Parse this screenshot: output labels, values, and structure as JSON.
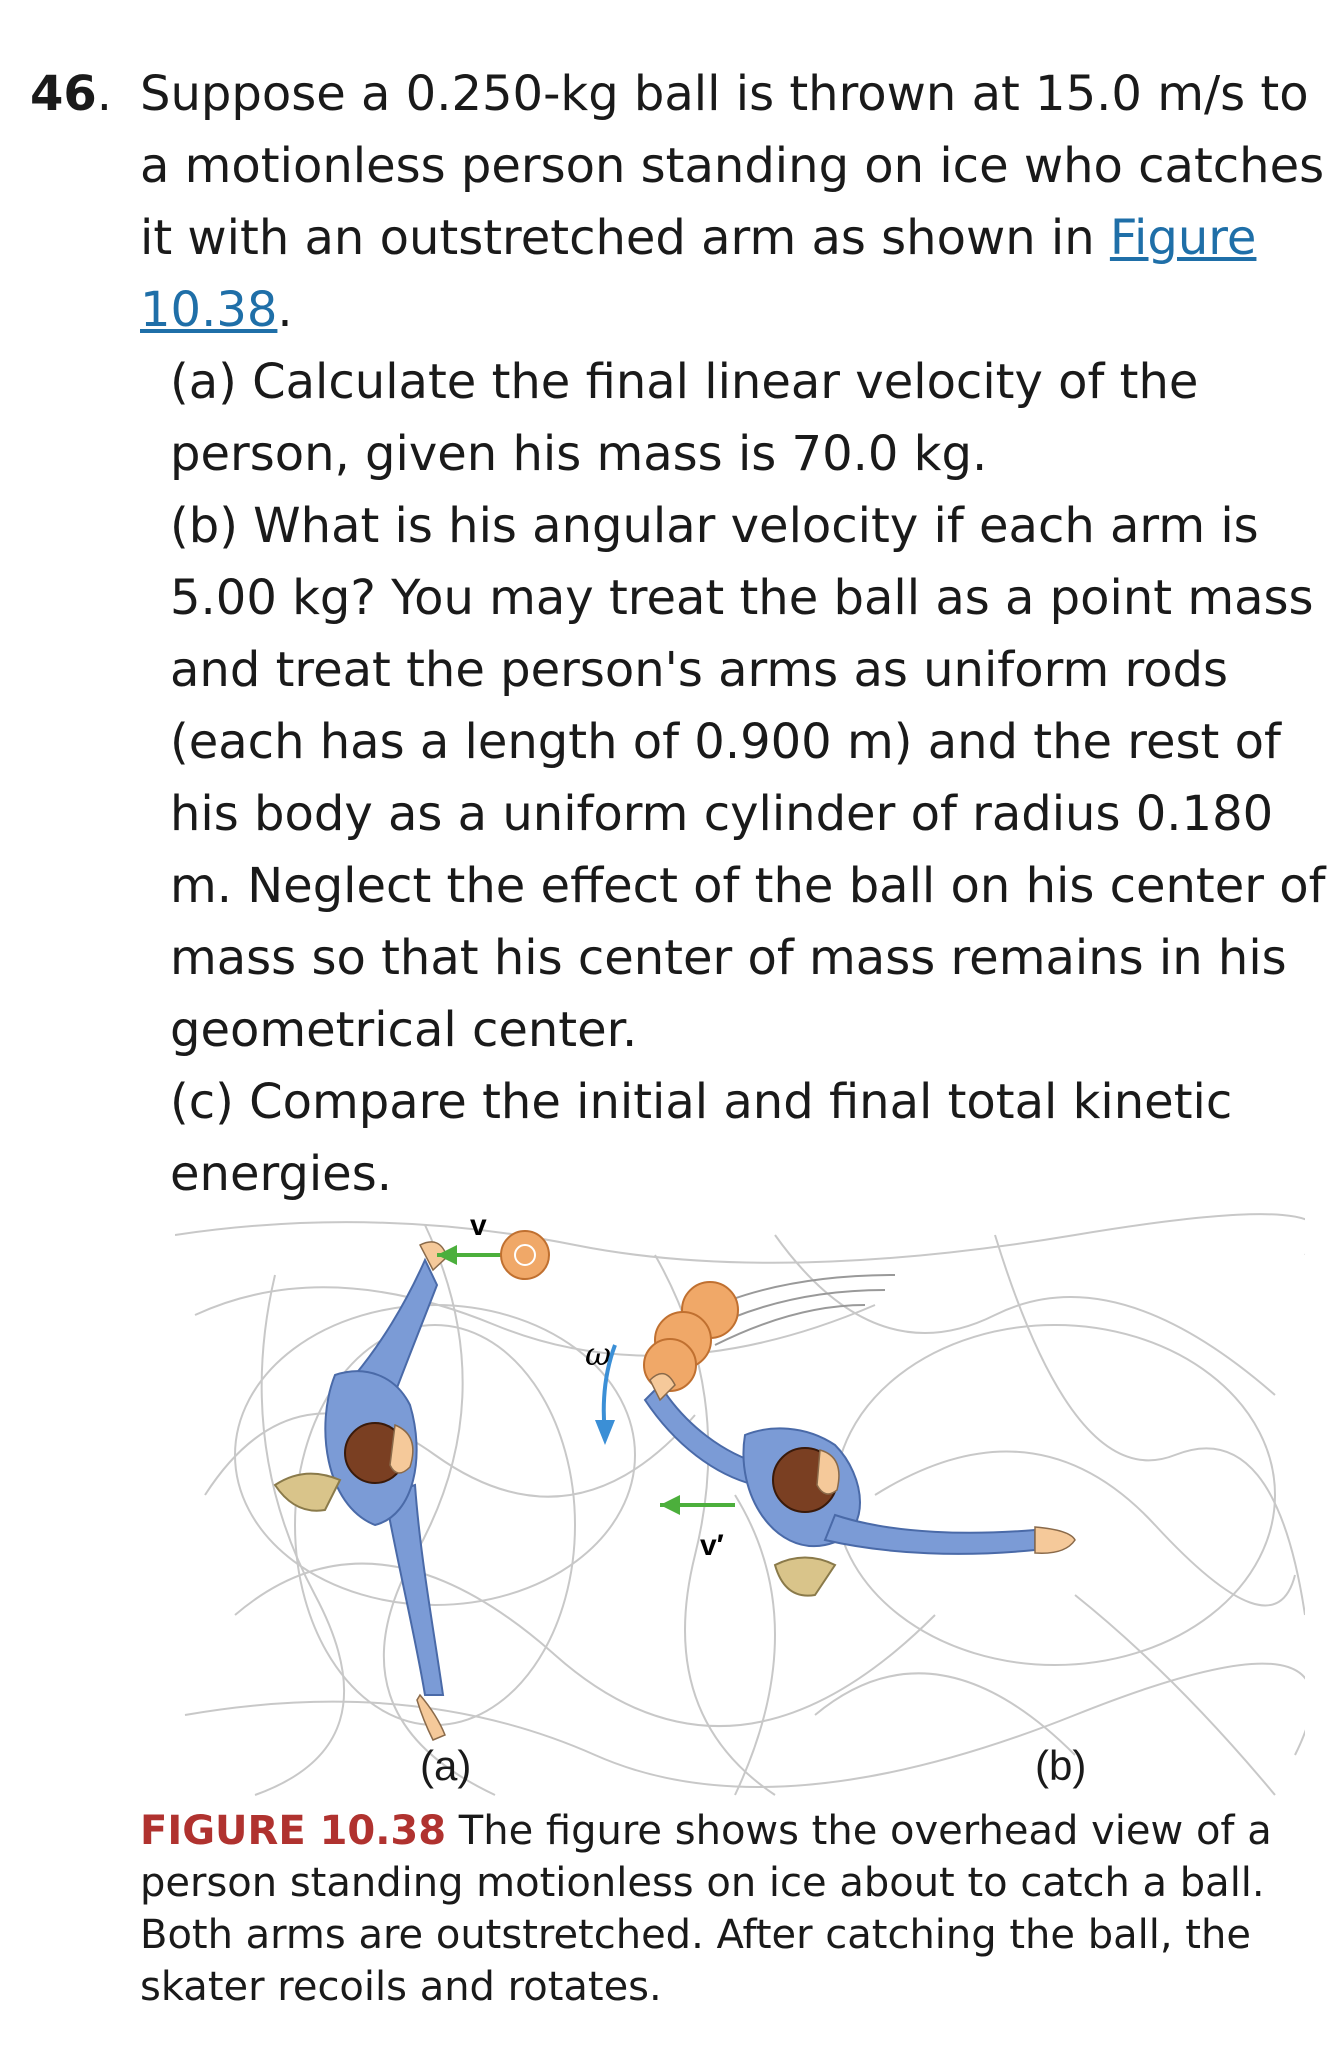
{
  "problem": {
    "number": "46",
    "number_suffix": ".",
    "intro_before_link": "Suppose a 0.250-kg ball is thrown at 15.0 m/s to a motionless person standing on ice who catches it with an outstretched arm as shown in ",
    "figure_link": "Figure 10.38",
    "intro_after_link": ".",
    "part_a": "(a) Calculate the final linear velocity of the person, given his mass is 70.0 kg.",
    "part_b": "(b) What is his angular velocity if each arm is 5.00 kg? You may treat the ball as a point mass and treat the person's arms as uniform rods (each has a length of 0.900 m) and the rest of his body as a uniform cylinder of radius 0.180 m. Neglect the effect of the ball on his center of mass so that his center of mass remains in his geometrical center.",
    "part_c": "(c) Compare the initial and final total kinetic energies."
  },
  "figure": {
    "label_v": "v",
    "label_v_prime": "v′",
    "label_omega": "ω",
    "panel_a_label": "(a)",
    "panel_b_label": "(b)",
    "colors": {
      "arm": "#7b9bd6",
      "arrow": "#4caf3c",
      "ball": "#f0a868",
      "omega_arrow": "#3b8fd6",
      "head": "#7a3f22",
      "hand": "#f5c99a"
    }
  },
  "caption": {
    "label": "FIGURE 10.38",
    "text": " The figure shows the overhead view of a person standing motionless on ice about to catch a ball. Both arms are outstretched. After catching the ball, the skater recoils and rotates."
  }
}
